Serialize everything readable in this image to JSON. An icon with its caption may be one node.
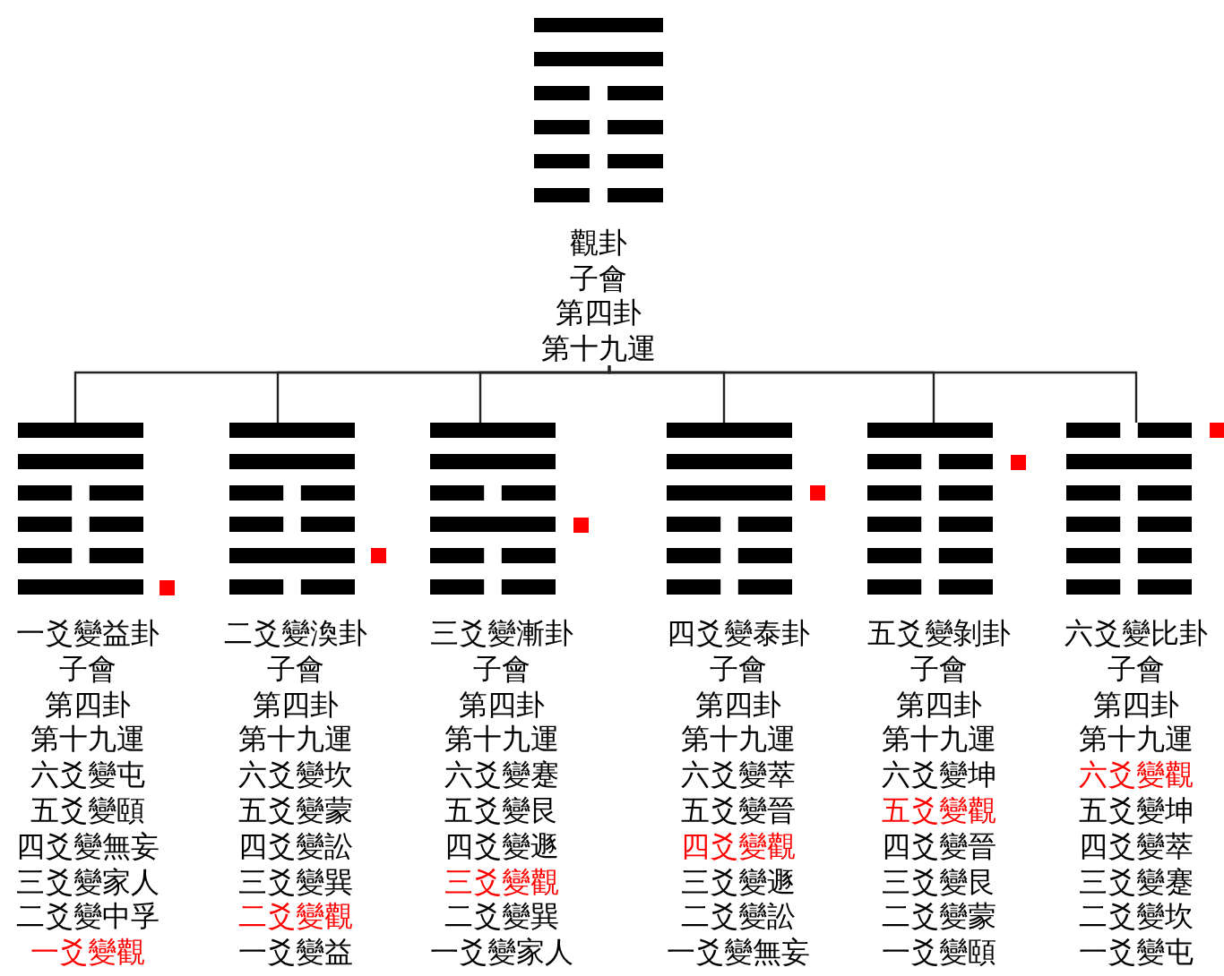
{
  "diagram": {
    "nodes": [
      {
        "text": [
          "觀卦",
          "子會",
          "第四卦",
          "第十九運"
        ]
      },
      {
        "text": [
          "一爻變益卦",
          "子會",
          "第四卦",
          "第十九運",
          "六爻變屯",
          "五爻變頤",
          "四爻變無妄",
          "三爻變家人",
          "二爻變中孚",
          "一爻變觀"
        ]
      },
      {
        "text": [
          "二爻變渙卦",
          "子會",
          "第四卦",
          "第十九運",
          "六爻變坎",
          "五爻變蒙",
          "四爻變訟",
          "三爻變巽",
          "二爻變觀",
          "一爻變益"
        ]
      },
      {
        "text": [
          "三爻變漸卦",
          "子會",
          "第四卦",
          "第十九運",
          "六爻變蹇",
          "五爻變艮",
          "四爻變遯",
          "三爻變觀",
          "二爻變巽",
          "一爻變家人"
        ]
      },
      {
        "text": [
          "四爻變泰卦",
          "子會",
          "第四卦",
          "第十九運",
          "六爻變萃",
          "五爻變晉",
          "四爻變觀",
          "三爻變遯",
          "二爻變訟",
          "一爻變無妄"
        ]
      },
      {
        "text": [
          "五爻變剝卦",
          "子會",
          "第四卦",
          "第十九運",
          "六爻變坤",
          "五爻變觀",
          "四爻變晉",
          "三爻變艮",
          "二爻變蒙",
          "一爻變頤"
        ]
      },
      {
        "text": [
          "六爻變比卦",
          "子會",
          "第四卦",
          "第十九運",
          "六爻變觀",
          "五爻變坤",
          "四爻變萃",
          "三爻變蹇",
          "二爻變坎",
          "一爻變屯"
        ]
      }
    ],
    "edges": [
      {
        "from": 0,
        "to": 1,
        "arrow": "none"
      },
      {
        "from": 0,
        "to": 2,
        "arrow": "none"
      },
      {
        "from": 0,
        "to": 3,
        "arrow": "none"
      },
      {
        "from": 0,
        "to": 4,
        "arrow": "none"
      },
      {
        "from": 0,
        "to": 5,
        "arrow": "none"
      },
      {
        "from": 0,
        "to": 6,
        "arrow": "none"
      }
    ]
  }
}
